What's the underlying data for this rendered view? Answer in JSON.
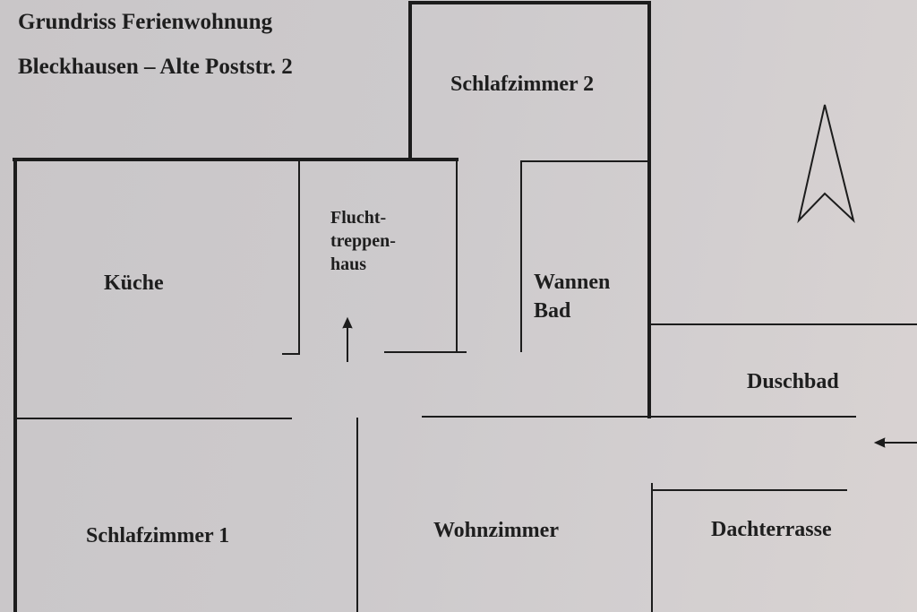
{
  "header": {
    "title": "Grundriss Ferienwohnung",
    "address": "Bleckhausen – Alte Poststr. 2"
  },
  "rooms": {
    "schlafzimmer2": "Schlafzimmer 2",
    "kueche": "Küche",
    "treppenhaus": [
      "Flucht-",
      "treppen-",
      "haus"
    ],
    "wannenbad": [
      "Wannen",
      "Bad"
    ],
    "duschbad": "Duschbad",
    "schlafzimmer1": "Schlafzimmer 1",
    "wohnzimmer": "Wohnzimmer",
    "dachterrasse": "Dachterrasse"
  },
  "icons": {
    "north": "north-arrow-icon",
    "entry_up": "arrow-up-icon",
    "entry_left": "arrow-left-icon"
  },
  "colors": {
    "background": "#cdcacc",
    "lines": "#1c1c1c"
  }
}
